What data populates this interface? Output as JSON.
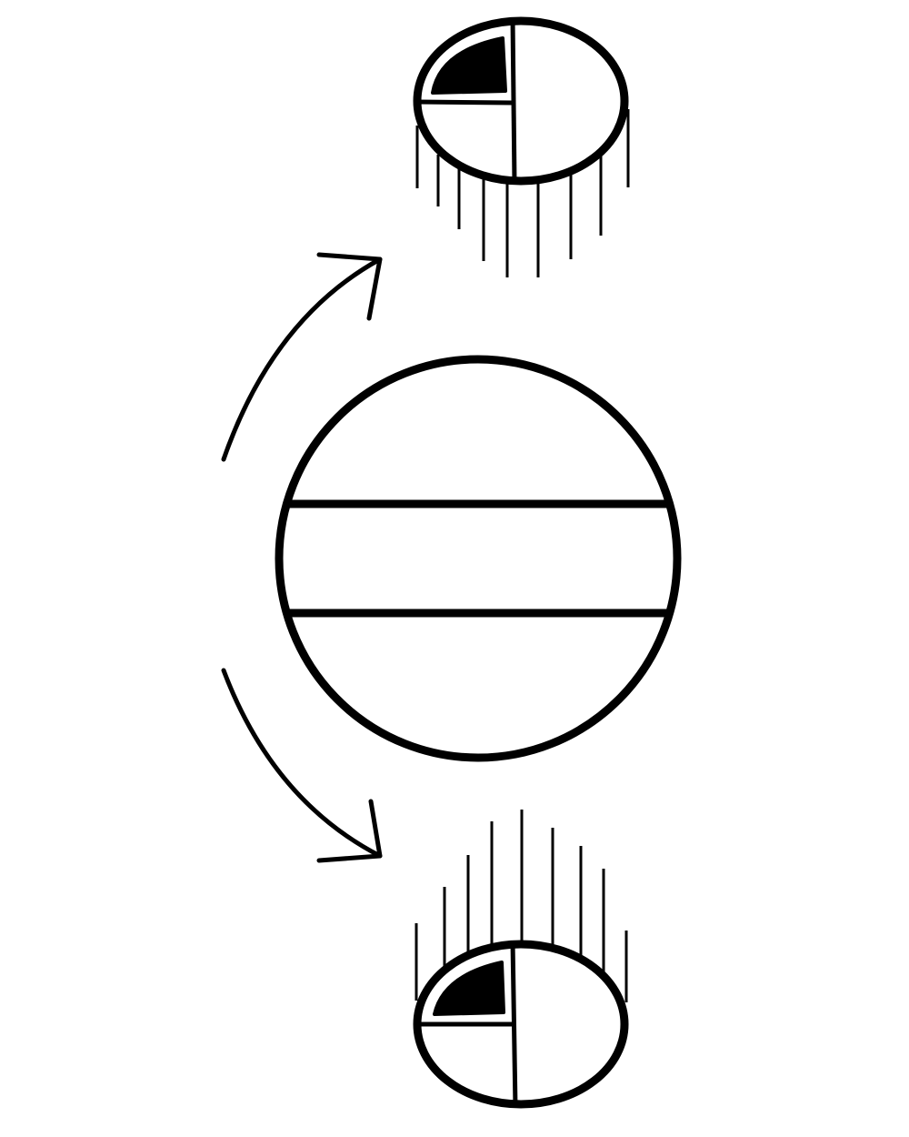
{
  "diagram": {
    "ink_color": "#000000",
    "background_color": "#ffffff",
    "elements": [
      "central-sphere",
      "upper-equator-band-line",
      "lower-equator-band-line",
      "upper-curved-arrow",
      "lower-curved-arrow",
      "top-small-sphere",
      "bottom-small-sphere"
    ],
    "small_sphere": {
      "filled_quadrant": "upper-left",
      "motion_lines_top_sphere": "below",
      "motion_lines_bottom_sphere": "above"
    }
  }
}
